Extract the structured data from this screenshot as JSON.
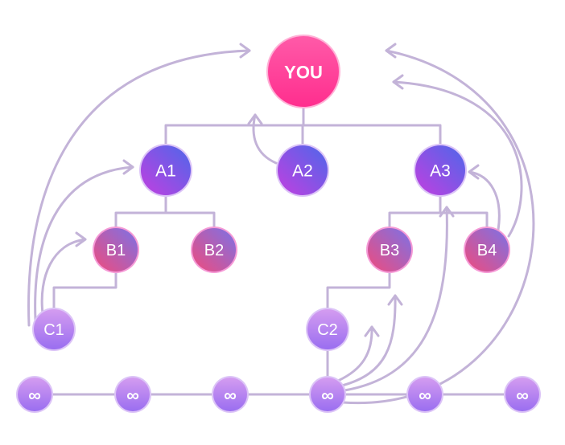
{
  "diagram": {
    "title": "",
    "colors": {
      "line": "#c3b3d8",
      "you": [
        "#ff5aa8",
        "#ff2e8e"
      ],
      "tier_a": [
        "#4e67ea",
        "#c23fe0"
      ],
      "tier_b": [
        "#7c72e6",
        "#ef4b7e"
      ],
      "tier_c": [
        "#d49cf0",
        "#9a6ef0"
      ],
      "tier_inf": [
        "#d49cf0",
        "#9a6ef0"
      ]
    },
    "nodes": [
      {
        "id": "you",
        "label": "YOU",
        "tier": "you"
      },
      {
        "id": "a1",
        "label": "A1",
        "tier": "tier_a"
      },
      {
        "id": "a2",
        "label": "A2",
        "tier": "tier_a"
      },
      {
        "id": "a3",
        "label": "A3",
        "tier": "tier_a"
      },
      {
        "id": "b1",
        "label": "B1",
        "tier": "tier_b"
      },
      {
        "id": "b2",
        "label": "B2",
        "tier": "tier_b"
      },
      {
        "id": "b3",
        "label": "B3",
        "tier": "tier_b"
      },
      {
        "id": "b4",
        "label": "B4",
        "tier": "tier_b"
      },
      {
        "id": "c1",
        "label": "C1",
        "tier": "tier_c"
      },
      {
        "id": "c2",
        "label": "C2",
        "tier": "tier_c"
      },
      {
        "id": "inf1",
        "label": "∞",
        "tier": "tier_inf"
      },
      {
        "id": "inf2",
        "label": "∞",
        "tier": "tier_inf"
      },
      {
        "id": "inf3",
        "label": "∞",
        "tier": "tier_inf"
      },
      {
        "id": "inf4",
        "label": "∞",
        "tier": "tier_inf"
      },
      {
        "id": "inf5",
        "label": "∞",
        "tier": "tier_inf"
      },
      {
        "id": "inf6",
        "label": "∞",
        "tier": "tier_inf"
      }
    ],
    "tree_edges": [
      {
        "from": "you",
        "to": "a1"
      },
      {
        "from": "you",
        "to": "a2"
      },
      {
        "from": "you",
        "to": "a3"
      },
      {
        "from": "a1",
        "to": "b1"
      },
      {
        "from": "a1",
        "to": "b2"
      },
      {
        "from": "a3",
        "to": "b3"
      },
      {
        "from": "a3",
        "to": "b4"
      },
      {
        "from": "b1",
        "to": "c1"
      },
      {
        "from": "b3",
        "to": "c2"
      },
      {
        "from": "c2",
        "to": "inf4"
      }
    ],
    "chain_edges": [
      {
        "from": "inf1",
        "to": "inf2"
      },
      {
        "from": "inf2",
        "to": "inf3"
      },
      {
        "from": "inf3",
        "to": "inf4"
      },
      {
        "from": "inf4",
        "to": "inf5"
      },
      {
        "from": "inf5",
        "to": "inf6"
      }
    ],
    "upward_arrows": [
      {
        "from": "c1",
        "to": "you"
      },
      {
        "from": "c1",
        "to": "a1"
      },
      {
        "from": "c1",
        "to": "b1"
      },
      {
        "from": "a2",
        "to": "you"
      },
      {
        "from": "b4",
        "to": "a3"
      },
      {
        "from": "b4",
        "to": "you"
      },
      {
        "from": "inf4",
        "to": "c2"
      },
      {
        "from": "inf4",
        "to": "b3"
      },
      {
        "from": "inf4",
        "to": "a3"
      },
      {
        "from": "inf4",
        "to": "you"
      }
    ]
  }
}
